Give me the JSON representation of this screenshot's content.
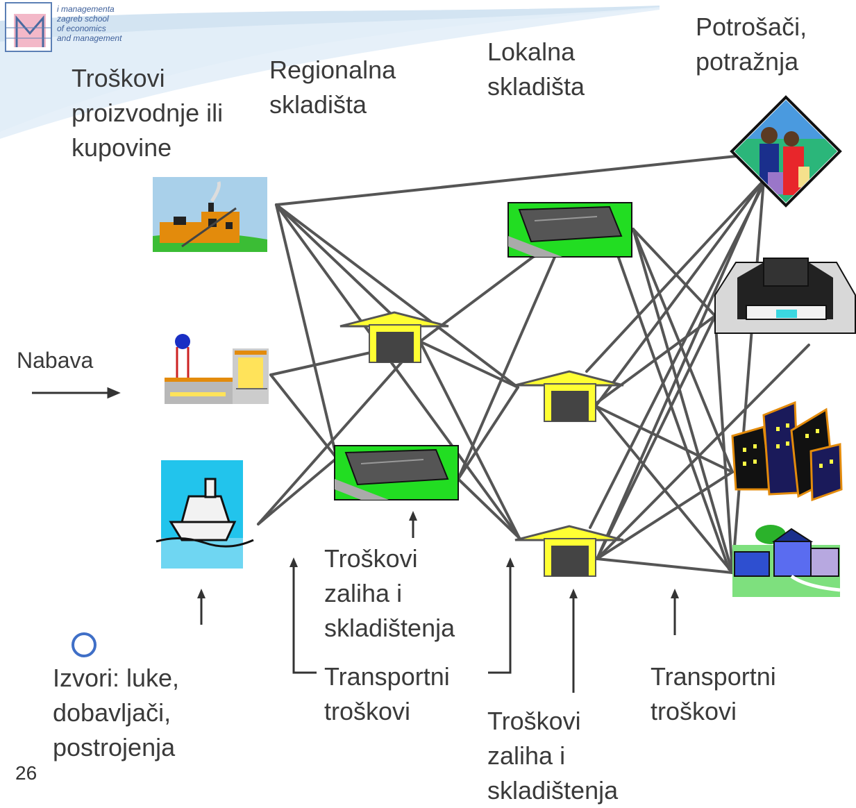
{
  "logo": {
    "text": "i managementa\nzagreb school\nof economics\nand management"
  },
  "headers": {
    "production": "Troškovi\nproizvodnje ili\nkupovine",
    "regional": "Regionalna\nskladišta",
    "local": "Lokalna\nskladišta",
    "consumers": "Potrošači,\npotražnja"
  },
  "labels": {
    "procurement": "Nabava",
    "inventory_costs": "Troškovi\nzaliha i\nskladištenja",
    "transport_costs": "Transportni\ntroškovi",
    "sources": "Izvori: luke,\ndobavljači,\npostrojenja"
  },
  "page_number": "26",
  "colors": {
    "line": "#555555",
    "warehouse_roof": "#ffff33",
    "warehouse_door": "#444444",
    "arrow": "#333333",
    "header_band": "#c8ddef"
  }
}
